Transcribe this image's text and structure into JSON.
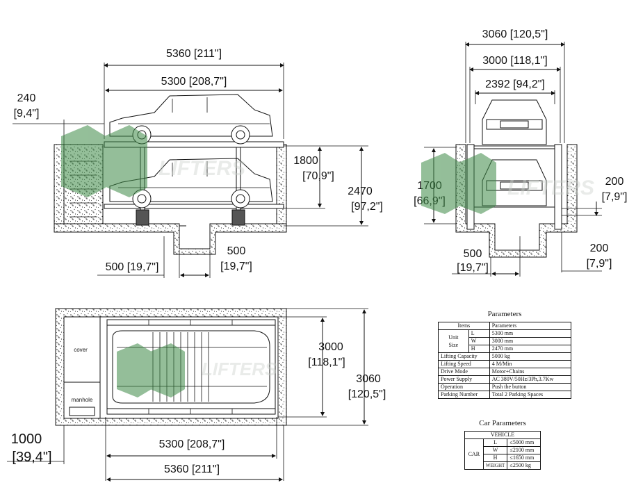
{
  "dimensions": {
    "side_total_length": "5360 [211\"]",
    "side_platform_length": "5300 [208,7\"]",
    "side_edge_gap_mm": "240",
    "side_edge_gap_in": "[9,4\"]",
    "side_upper_height_mm": "1800",
    "side_upper_height_in": "[70,9\"]",
    "side_total_height_mm": "2470",
    "side_total_height_in": "[97,2\"]",
    "side_pit_left": "500 [19,7\"]",
    "side_pit_width_mm": "500",
    "side_pit_width_in": "[19,7\"]",
    "front_total_width": "3060 [120,5\"]",
    "front_inner_width": "3000 [118,1\"]",
    "front_platform_width": "2392 [94,2\"]",
    "front_lower_height_mm": "1700",
    "front_lower_height_in": "[66,9\"]",
    "front_side_gap_top_mm": "200",
    "front_side_gap_top_in": "[7,9\"]",
    "front_side_gap_bottom_mm": "200",
    "front_side_gap_bottom_in": "[7,9\"]",
    "front_pit_width_mm": "500",
    "front_pit_width_in": "[19,7\"]",
    "plan_inner_width_mm": "3000",
    "plan_inner_width_in": "[118,1\"]",
    "plan_total_width_mm": "3060",
    "plan_total_width_in": "[120,5\"]",
    "plan_platform_length": "5300 [208,7\"]",
    "plan_total_length": "5360 [211\"]",
    "plan_side_mm": "1000",
    "plan_side_in": "[39,4\"]"
  },
  "plan_labels": {
    "cover": "cover",
    "manhole": "manhole"
  },
  "watermark": {
    "text": "LIFTERS"
  },
  "parameters": {
    "title": "Parameters",
    "col_items": "Items",
    "col_params": "Parameters",
    "unit_size_label_1": "Unit",
    "unit_size_label_2": "Size",
    "size_rows": [
      {
        "k": "L",
        "v": "5300 mm"
      },
      {
        "k": "W",
        "v": "3000 mm"
      },
      {
        "k": "H",
        "v": "2470 mm"
      }
    ],
    "rows": [
      {
        "k": "Lifting Capacity",
        "v": "5000 kg"
      },
      {
        "k": "Lifting Speed",
        "v": "4 M/Min"
      },
      {
        "k": "Drive Mode",
        "v": "Motor+Chains"
      },
      {
        "k": "Power Supply",
        "v": "AC 380V/50Hz/3Ph,3.7Kw"
      },
      {
        "k": "Operation",
        "v": "Push the button"
      },
      {
        "k": "Parking Number",
        "v": "Total 2 Parking Spaces"
      }
    ]
  },
  "car_parameters": {
    "title": "Car Parameters",
    "header": "VEHICLE",
    "group": "CAR",
    "rows": [
      {
        "k": "L",
        "v": "≤5000 mm"
      },
      {
        "k": "W",
        "v": "≤2100 mm"
      },
      {
        "k": "H",
        "v": "≤1650 mm"
      },
      {
        "k": "WEIGHT",
        "v": "≤2500 kg"
      }
    ]
  },
  "colors": {
    "line": "#111111",
    "watermark_green": "#3d8a46",
    "watermark_text": "#c8cfc8"
  }
}
